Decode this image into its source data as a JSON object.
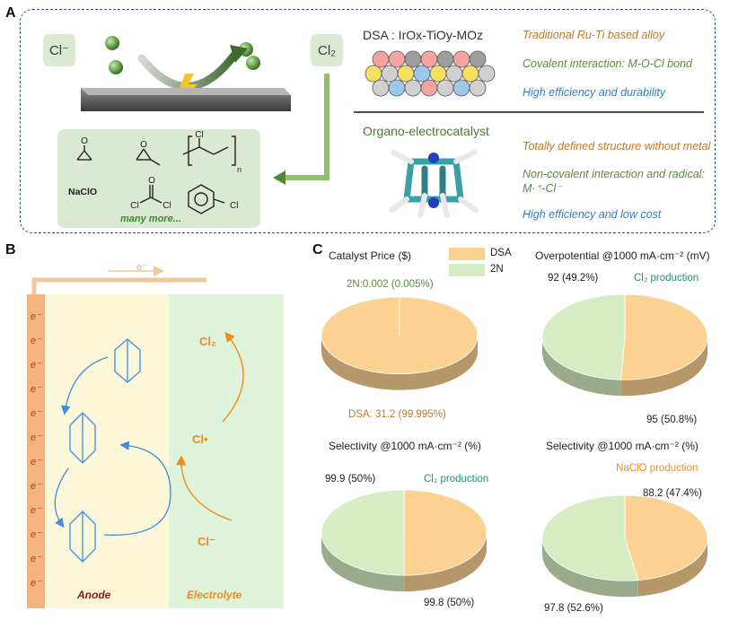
{
  "panelA": {
    "letter": "A",
    "cl_minus": "Cl⁻",
    "cl2": "Cl₂",
    "products_footer": "many more...",
    "product_naclo": "NaClO",
    "dsa_title": "DSA : IrOx-TiOy-MOz",
    "dsa_props": [
      "Traditional Ru-Ti based alloy",
      "Covalent interaction: M-O-Cl bond",
      "High efficiency and durability"
    ],
    "organo_title": "Organo-electrocatalyst",
    "organo_props": [
      "Totally defined structure without metal",
      "Non-covalent interaction and radical: M·⁺-Cl⁻",
      "High efficiency and low cost"
    ]
  },
  "panelB": {
    "letter": "B",
    "electron": "e⁻",
    "anode": "Anode",
    "electrolyte": "Electrolyte",
    "cl2": "Cl₂",
    "cl_radical": "Cl•",
    "cl_minus": "Cl⁻"
  },
  "panelC": {
    "letter": "C",
    "colors": {
      "DSA": "#fcd293",
      "2N": "#d6ecc3"
    },
    "legend": [
      "DSA",
      "2N"
    ],
    "charts": [
      {
        "title": "Catalyst Price ($)",
        "note": "",
        "labels": [
          "2N:0.002 (0.005%)",
          "DSA: 31.2 (99.995%)"
        ]
      },
      {
        "title": "Overpotential @1000 mA·cm⁻² (mV)",
        "note": "Cl₂ production",
        "labels": [
          "92 (49.2%)",
          "95 (50.8%)"
        ]
      },
      {
        "title": "Selectivity @1000 mA·cm⁻² (%)",
        "note": "Cl₂ production",
        "labels": [
          "99.9 (50%)",
          "99.8 (50%)"
        ]
      },
      {
        "title": "Selectivity @1000 mA·cm⁻² (%)",
        "note": "NaClO production",
        "labels": [
          "88.2 (47.4%)",
          "97.8 (52.6%)"
        ]
      }
    ]
  },
  "chart_data": [
    {
      "type": "pie",
      "title": "Catalyst Price ($)",
      "categories": [
        "DSA",
        "2N"
      ],
      "values": [
        31.2,
        0.002
      ],
      "percent": [
        99.995,
        0.005
      ]
    },
    {
      "type": "pie",
      "title": "Overpotential @1000 mA·cm⁻² (mV)",
      "categories": [
        "DSA",
        "2N"
      ],
      "values": [
        95,
        92
      ],
      "percent": [
        50.8,
        49.2
      ]
    },
    {
      "type": "pie",
      "title": "Selectivity @1000 mA·cm⁻² (%)",
      "categories": [
        "DSA",
        "2N"
      ],
      "values": [
        99.8,
        99.9
      ],
      "percent": [
        50,
        50
      ]
    },
    {
      "type": "pie",
      "title": "Selectivity @1000 mA·cm⁻² (%)",
      "categories": [
        "DSA",
        "2N"
      ],
      "values": [
        88.2,
        97.8
      ],
      "percent": [
        47.4,
        52.6
      ]
    }
  ]
}
